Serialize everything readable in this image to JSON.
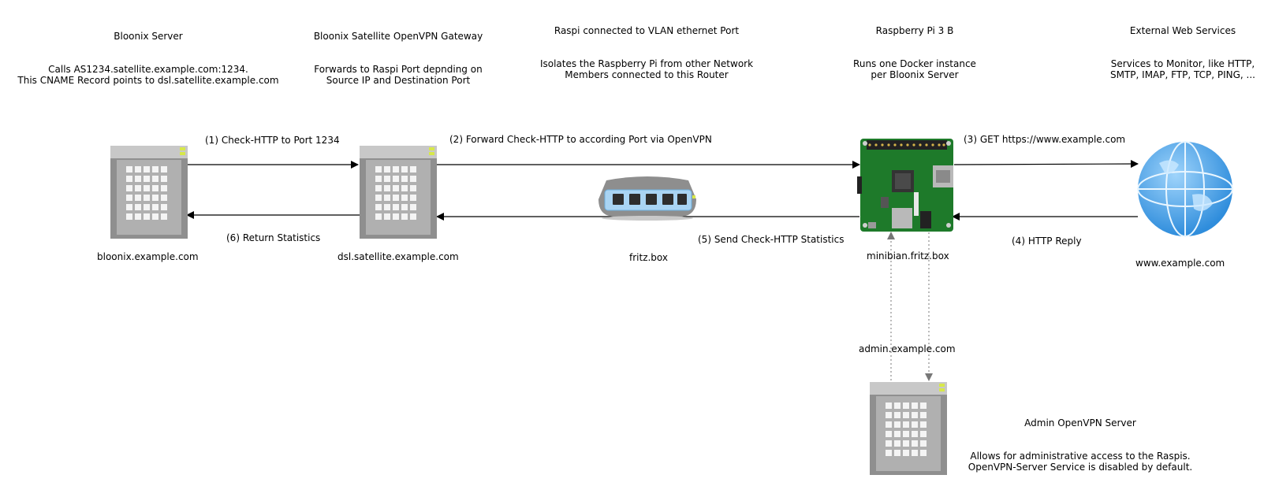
{
  "headers": {
    "bloonix": {
      "title": "Bloonix Server",
      "desc": "Calls AS1234.satellite.example.com:1234.\nThis CNAME Record points to dsl.satellite.example.com"
    },
    "gateway": {
      "title": "Bloonix Satellite OpenVPN Gateway",
      "desc": "Forwards to Raspi Port depnding on\nSource IP and Destination Port"
    },
    "vlan": {
      "title": "Raspi connected to VLAN ethernet Port",
      "desc": "Isolates the Raspberry Pi from other Network\nMembers connected to this Router"
    },
    "raspi": {
      "title": "Raspberry Pi 3 B",
      "desc": "Runs one Docker instance\nper Bloonix Server"
    },
    "external": {
      "title": "External Web Services",
      "desc": "Services to Monitor, like HTTP,\nSMTP, IMAP, FTP, TCP, PING, ..."
    }
  },
  "nodes": {
    "bloonix_server": {
      "label": "bloonix.example.com",
      "icon": "server-icon"
    },
    "satellite_gateway": {
      "label": "dsl.satellite.example.com",
      "icon": "server-icon"
    },
    "router": {
      "label": "fritz.box",
      "icon": "switch-icon"
    },
    "raspberry_pi": {
      "label": "minibian.fritz.box",
      "icon": "raspberry-pi-board-icon"
    },
    "web": {
      "label": "www.example.com",
      "icon": "globe-icon"
    },
    "admin_server": {
      "label": "admin.example.com",
      "icon": "server-icon"
    }
  },
  "flows": {
    "step1": "(1) Check-HTTP to Port 1234",
    "step2": "(2) Forward Check-HTTP to according Port via OpenVPN",
    "step3": "(3) GET https://www.example.com",
    "step4": "(4) HTTP Reply",
    "step5": "(5) Send Check-HTTP Statistics",
    "step6": "(6) Return Statistics"
  },
  "admin": {
    "title": "Admin OpenVPN Server",
    "desc": "Allows for administrative access to the Raspis.\nOpenVPN-Server Service is disabled by default."
  },
  "colors": {
    "line": "#000000",
    "dotted_line": "#888888",
    "server_body": "#9a9a9a",
    "server_led": "#d7e84a",
    "board_green": "#1e7a2a",
    "globe_blue": "#3a9be3"
  }
}
